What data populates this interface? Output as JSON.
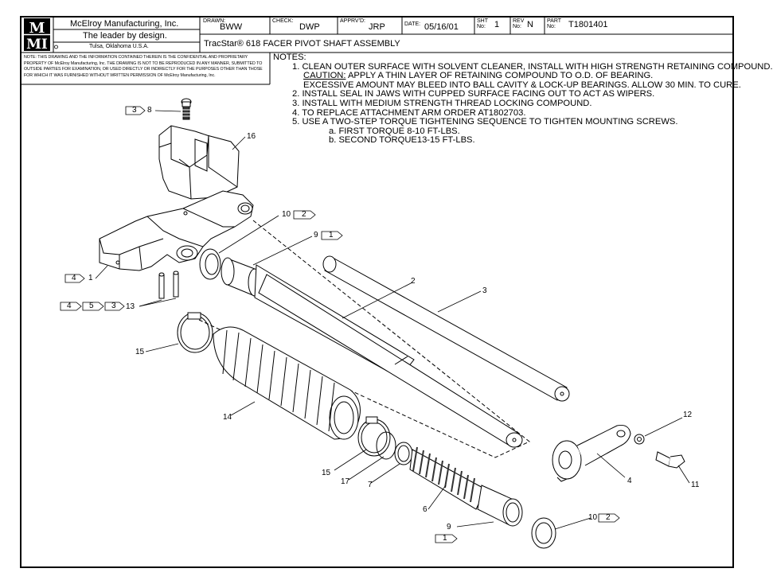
{
  "title_block": {
    "company": "McElroy Manufacturing, Inc.",
    "slogan": "The leader by design.",
    "location": "Tulsa, Oklahoma U.S.A.",
    "drawn_label": "DRAWN:",
    "drawn_value": "BWW",
    "check_label": "CHECK:",
    "check_value": "DWP",
    "apprvd_label": "APPRV'D:",
    "apprvd_value": "JRP",
    "date_label": "DATE:",
    "date_value": "05/16/01",
    "sht_label": "SHT\nNo:",
    "sht_value": "1",
    "rev_label": "REV\nNo:",
    "rev_value": "N",
    "part_label": "PART\nNo:",
    "part_value": "T1801401",
    "drawing_title": "TracStar® 618 FACER PIVOT SHAFT ASSEMBLY",
    "logo_letters": "MMI"
  },
  "confidential_note": "NOTE: THIS DRAWING AND THE INFORMATION CONTAINED THEREIN IS THE CONFIDENTIAL AND PROPRIETARY PROPERTY OF McElroy Manufacturing, Inc. THE DRAWING IS NOT TO BE REPRODUCED IN ANY MANNER, SUBMITTED TO OUTSIDE PARTIES FOR EXAMINATION, OR USED DIRECTLY OR INDIRECTLY FOR THE PURPOSES OTHER THAN THOSE FOR WHICH IT WAS FURNISHED WITHOUT WRITTEN PERMISSION OF McElroy Manufacturing, Inc.",
  "notes": {
    "heading": "NOTES:",
    "n1": "1. CLEAN OUTER SURFACE WITH SOLVENT CLEANER, INSTALL WITH HIGH STRENGTH RETAINING COMPOUND.",
    "n1_caution": "CAUTION:",
    "n1_b": " APPLY A THIN LAYER OF RETAINING COMPOUND TO O.D. OF BEARING.",
    "n1_c": "EXCESSIVE AMOUNT MAY BLEED INTO BALL CAVITY & LOCK-UP BEARINGS. ALLOW 30 MIN. TO CURE.",
    "n2": "2. INSTALL SEAL IN JAWS WITH CUPPED SURFACE FACING OUT TO ACT AS WIPERS.",
    "n3": "3. INSTALL WITH MEDIUM STRENGTH THREAD LOCKING COMPOUND.",
    "n4": "4. TO REPLACE ATTACHMENT ARM ORDER AT1802703.",
    "n5": "5. USE A TWO-STEP TORQUE TIGHTENING SEQUENCE TO TIGHTEN MOUNTING SCREWS.",
    "n5a": "a. FIRST TORQUE 8-10 FT-LBS.",
    "n5b": "b. SECOND TORQUE13-15 FT-LBS."
  },
  "callouts": {
    "c1": "1",
    "c2": "2",
    "c3": "3",
    "c4": "4",
    "c6": "6",
    "c7": "7",
    "c8": "8",
    "c9a": "9",
    "c9b": "9",
    "c10a": "10",
    "c10b": "10",
    "c11": "11",
    "c12": "12",
    "c13": "13",
    "c14": "14",
    "c15a": "15",
    "c15b": "15",
    "c16": "16",
    "c17": "17"
  },
  "note_flags": {
    "f8": "3",
    "f10a": "2",
    "f9a": "1",
    "f1": "4",
    "f13a": "4",
    "f13b": "5",
    "f13c": "3",
    "f10b": "2",
    "f9b": "1"
  }
}
